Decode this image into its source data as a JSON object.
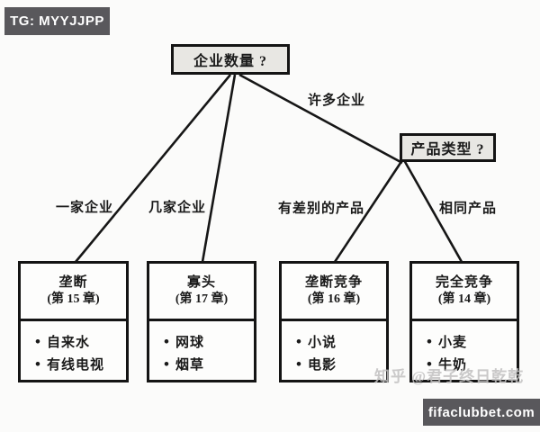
{
  "overlays": {
    "tg_badge": "TG: MYYJJPP",
    "site_badge": "fifaclubbet.com",
    "watermark": "知乎 @君子终日乾乾"
  },
  "diagram": {
    "questions": {
      "root": "企业数量 ?",
      "product_type": "产品类型 ?"
    },
    "edges": {
      "many_firms": "许多企业",
      "one_firm": "一家企业",
      "few_firms": "几家企业",
      "differentiated_products": "有差别的产品",
      "identical_products": "相同产品"
    },
    "outcomes": [
      {
        "title": "垄断",
        "chapter": "(第 15 章)",
        "examples": [
          "自来水",
          "有线电视"
        ]
      },
      {
        "title": "寡头",
        "chapter": "(第 17 章)",
        "examples": [
          "网球",
          "烟草"
        ]
      },
      {
        "title": "垄断竞争",
        "chapter": "(第 16 章)",
        "examples": [
          "小说",
          "电影"
        ]
      },
      {
        "title": "完全竞争",
        "chapter": "(第 14 章)",
        "examples": [
          "小麦",
          "牛奶"
        ]
      }
    ]
  },
  "colors": {
    "badge_bg": "#59585c",
    "question_box_fill": "#e8e7e3",
    "line": "#161616",
    "watermark": "#c2c1c1"
  }
}
